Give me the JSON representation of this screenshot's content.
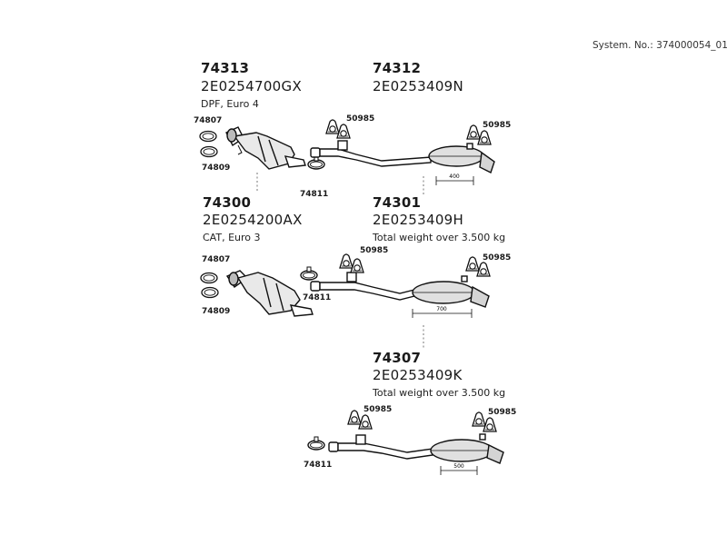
{
  "system_no": "System. No.: 374000054_01",
  "groups": [
    {
      "part_no": "74313",
      "oe_no": "2E0254700GX",
      "description": "DPF, Euro 4"
    },
    {
      "part_no": "74312",
      "oe_no": "2E0253409N",
      "description": ""
    },
    {
      "part_no": "74300",
      "oe_no": "2E0254200AX",
      "description": "CAT, Euro 3"
    },
    {
      "part_no": "74301",
      "oe_no": "2E0253409H",
      "description": "Total weight over 3.500 kg"
    },
    {
      "part_no": "74307",
      "oe_no": "2E0253409K",
      "description": "Total weight over 3.500 kg"
    }
  ],
  "refs": {
    "gasket": "74807",
    "ring": "74809",
    "clamp": "74811",
    "hanger": "50985"
  },
  "dimensions": {
    "len_74312": "400",
    "len_74301": "700",
    "len_74307": "500"
  }
}
